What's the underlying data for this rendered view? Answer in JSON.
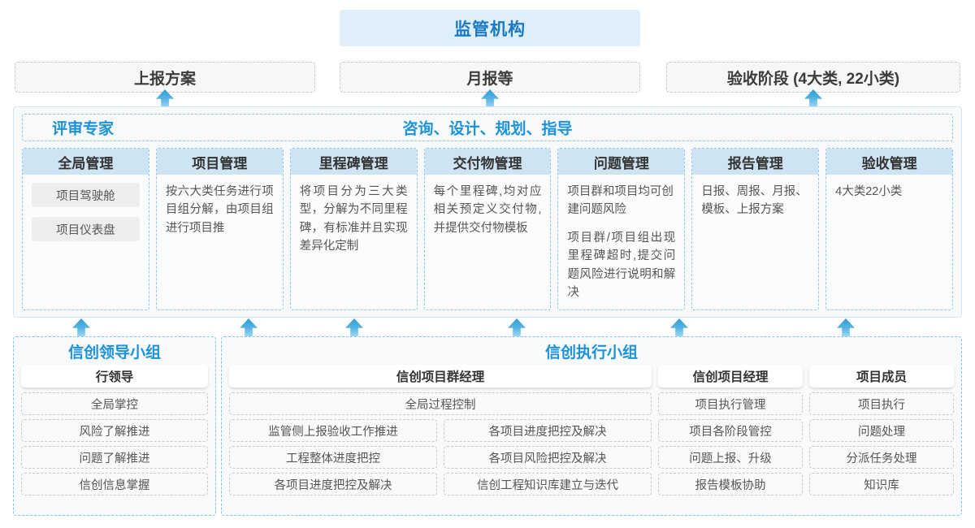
{
  "top": {
    "regulator": "监管机构",
    "boxes": [
      {
        "label": "上报方案"
      },
      {
        "label": "月报等"
      },
      {
        "label": "验收阶段 (4大类, 22小类)"
      }
    ]
  },
  "middle": {
    "header_left": "评审专家",
    "header_center": "咨询、设计、规划、指导",
    "columns": [
      {
        "title": "全局管理",
        "pills": [
          "项目驾驶舱",
          "项目仪表盘"
        ],
        "paragraphs": []
      },
      {
        "title": "项目管理",
        "pills": [],
        "paragraphs": [
          "按六大类任务进行项目组分解，由项目组进行项目推"
        ]
      },
      {
        "title": "里程碑管理",
        "pills": [],
        "paragraphs": [
          "将项目分为三大类型，分解为不同里程碑，有标准并且实现差异化定制"
        ]
      },
      {
        "title": "交付物管理",
        "pills": [],
        "paragraphs": [
          "每个里程碑,均对应相关预定义交付物,并提供交付物模板"
        ]
      },
      {
        "title": "问题管理",
        "pills": [],
        "paragraphs": [
          "项目群和项目均可创建问题风险",
          "项目群/项目组出现里程碑超时,提交问题风险进行说明和解决"
        ]
      },
      {
        "title": "报告管理",
        "pills": [],
        "paragraphs": [
          "日报、周报、月报、模板、上报方案"
        ]
      },
      {
        "title": "验收管理",
        "pills": [],
        "paragraphs": [
          "4大类22小类"
        ],
        "plain": true
      }
    ]
  },
  "bottom": {
    "lead_group": {
      "title": "信创领导小组",
      "role": "行领导",
      "items": [
        "全局掌控",
        "风险了解推进",
        "问题了解推进",
        "信创信息掌握"
      ]
    },
    "exec_group": {
      "title": "信创执行小组",
      "program_manager": {
        "role": "信创项目群经理",
        "full_width_item": "全局过程控制",
        "left_items": [
          "监管侧上报验收工作推进",
          "工程整体进度把控",
          "各项目进度把控及解决"
        ],
        "right_items": [
          "各项目进度把控及解决",
          "各项目风险把控及解决",
          "信创工程知识库建立与迭代"
        ]
      },
      "project_manager": {
        "role": "信创项目经理",
        "items": [
          "项目执行管理",
          "项目各阶段管控",
          "问题上报、升级",
          "报告模板协助"
        ]
      },
      "member": {
        "role": "项目成员",
        "items": [
          "项目执行",
          "问题处理",
          "分派任务处理",
          "知识库"
        ]
      }
    }
  },
  "colors": {
    "accent_blue": "#1c92d9",
    "regulator_bg": "#dfeefb",
    "col_head_bg": "#cfe4f2",
    "arrow_top": "#2c9bd6",
    "arrow_bottom": "#b9dff5"
  }
}
